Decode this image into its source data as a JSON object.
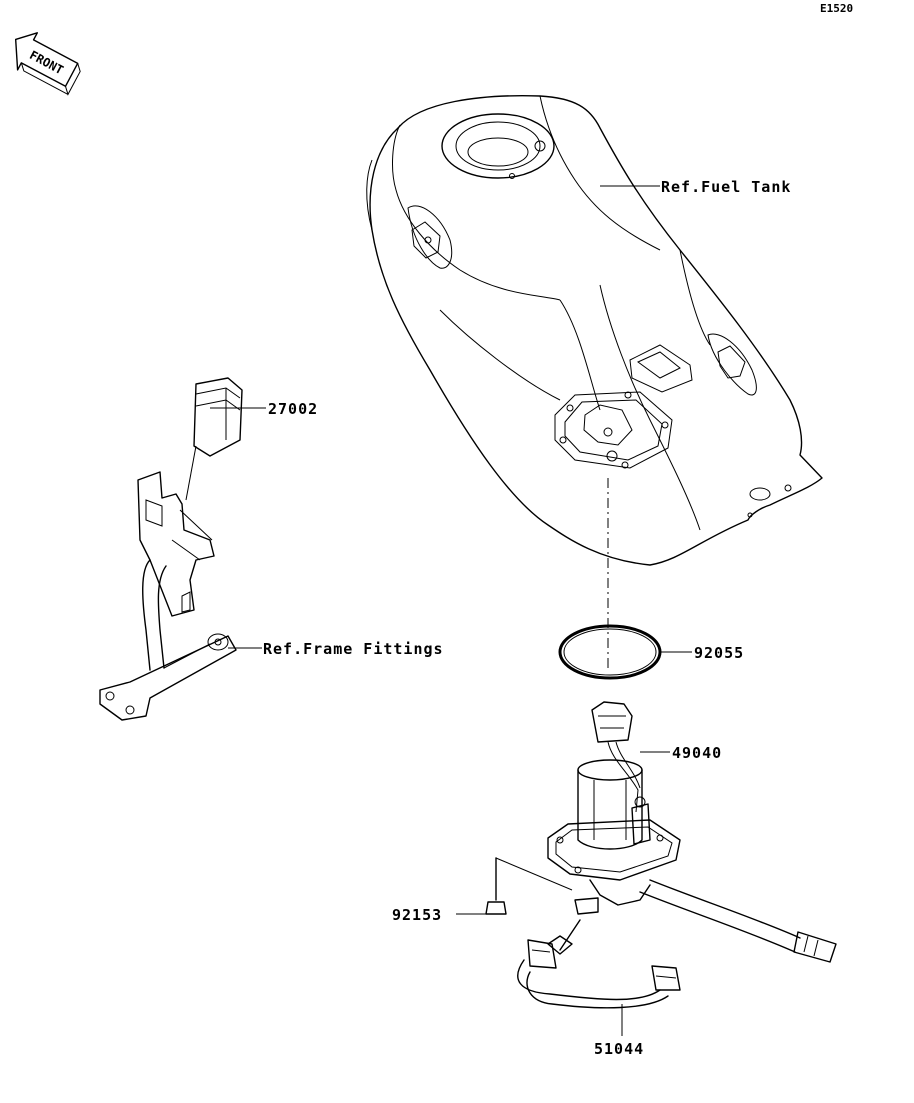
{
  "diagram_code": "E1520",
  "front_label": "FRONT",
  "parts": {
    "p27002": "27002",
    "p92055": "92055",
    "p49040": "49040",
    "p92153": "92153",
    "p51044": "51044"
  },
  "refs": {
    "fuel_tank": "Ref.Fuel Tank",
    "frame_fittings": "Ref.Frame Fittings"
  }
}
